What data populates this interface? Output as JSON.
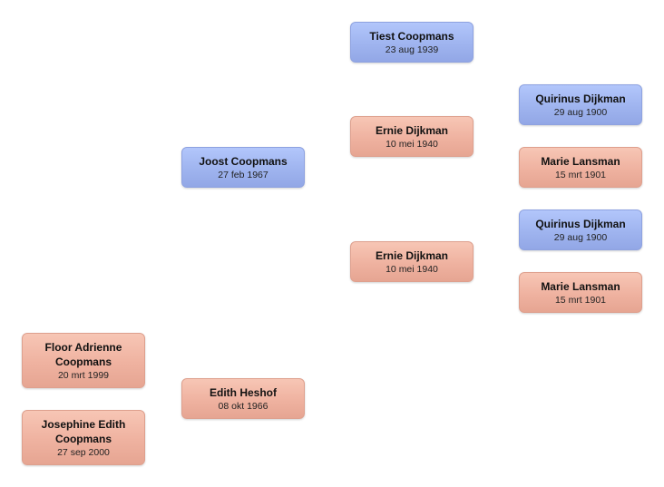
{
  "persons": {
    "tiest": {
      "name": "Tiest Coopmans",
      "date": "23 aug 1939"
    },
    "ernie_1": {
      "name": "Ernie Dijkman",
      "date": "10 mei 1940"
    },
    "quirinus_1": {
      "name": "Quirinus Dijkman",
      "date": "29 aug 1900"
    },
    "marie_1": {
      "name": "Marie Lansman",
      "date": "15 mrt 1901"
    },
    "joost": {
      "name": "Joost Coopmans",
      "date": "27 feb 1967"
    },
    "quirinus_2": {
      "name": "Quirinus Dijkman",
      "date": "29 aug 1900"
    },
    "ernie_2": {
      "name": "Ernie Dijkman",
      "date": "10 mei 1940"
    },
    "marie_2": {
      "name": "Marie Lansman",
      "date": "15 mrt 1901"
    },
    "floor": {
      "name": "Floor Adrienne Coopmans",
      "date": "20 mrt 1999"
    },
    "edith": {
      "name": "Edith Heshof",
      "date": "08 okt 1966"
    },
    "josephine": {
      "name": "Josephine Edith Coopmans",
      "date": "27 sep 2000"
    }
  },
  "colors": {
    "male": "#a5b9f3",
    "female": "#f0b6a4"
  }
}
